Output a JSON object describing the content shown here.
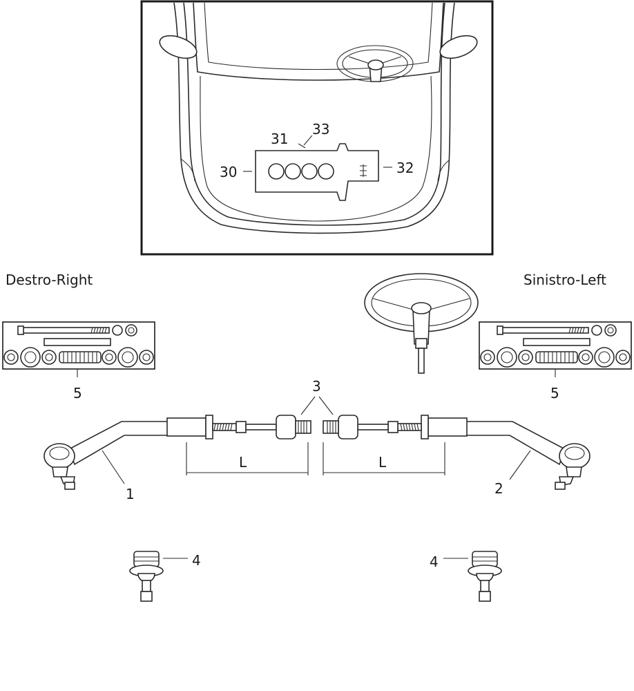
{
  "side_labels": {
    "right": "Destro-Right",
    "left": "Sinistro-Left"
  },
  "callouts": {
    "c30": "30",
    "c31": "31",
    "c32": "32",
    "c33": "33",
    "c1": "1",
    "c2": "2",
    "c3": "3",
    "c4_left": "4",
    "c4_right": "4",
    "c5_left": "5",
    "c5_right": "5",
    "dim_left": "L",
    "dim_right": "L"
  }
}
